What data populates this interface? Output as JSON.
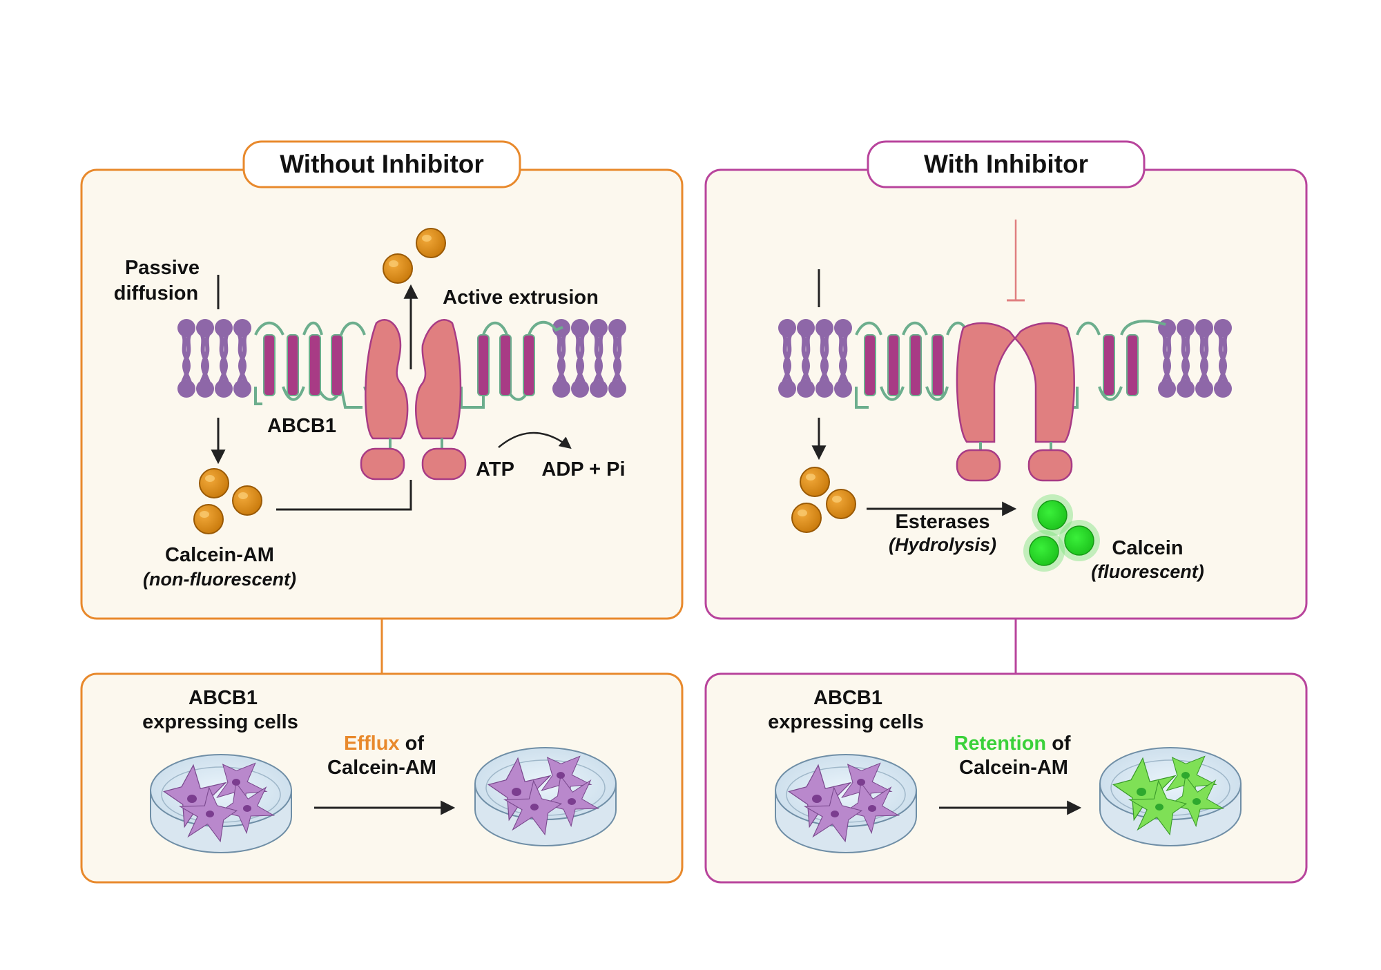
{
  "colors": {
    "orange": "#e8892c",
    "magenta": "#b8449c",
    "panel_fill": "#fcf8ee",
    "lipid": "#8e67a8",
    "helix": "#a83b85",
    "loop": "#6cae8d",
    "transporter": "#e07f80",
    "calcein_am": "#d98713",
    "calcein": "#2ed62e",
    "cell_purple": "#b988cc",
    "cell_green": "#7fe056",
    "inhibitor": "#e07f80"
  },
  "left": {
    "title": "Without Inhibitor",
    "passive_line1": "Passive",
    "passive_line2": "diffusion",
    "active_extrusion": "Active extrusion",
    "abcb1": "ABCB1",
    "atp": "ATP",
    "adp": "ADP + Pi",
    "calcein_am": "Calcein-AM",
    "non_fluorescent": "(non-fluorescent)",
    "cells_line1": "ABCB1",
    "cells_line2": "expressing cells",
    "result_word": "Efflux",
    "result_of": " of",
    "result_line2": "Calcein-AM"
  },
  "right": {
    "title": "With Inhibitor",
    "esterases": "Esterases",
    "hydrolysis": "(Hydrolysis)",
    "calcein": "Calcein",
    "fluorescent": "(fluorescent)",
    "cells_line1": "ABCB1",
    "cells_line2": "expressing cells",
    "result_word": "Retention",
    "result_of": " of",
    "result_line2": "Calcein-AM"
  }
}
